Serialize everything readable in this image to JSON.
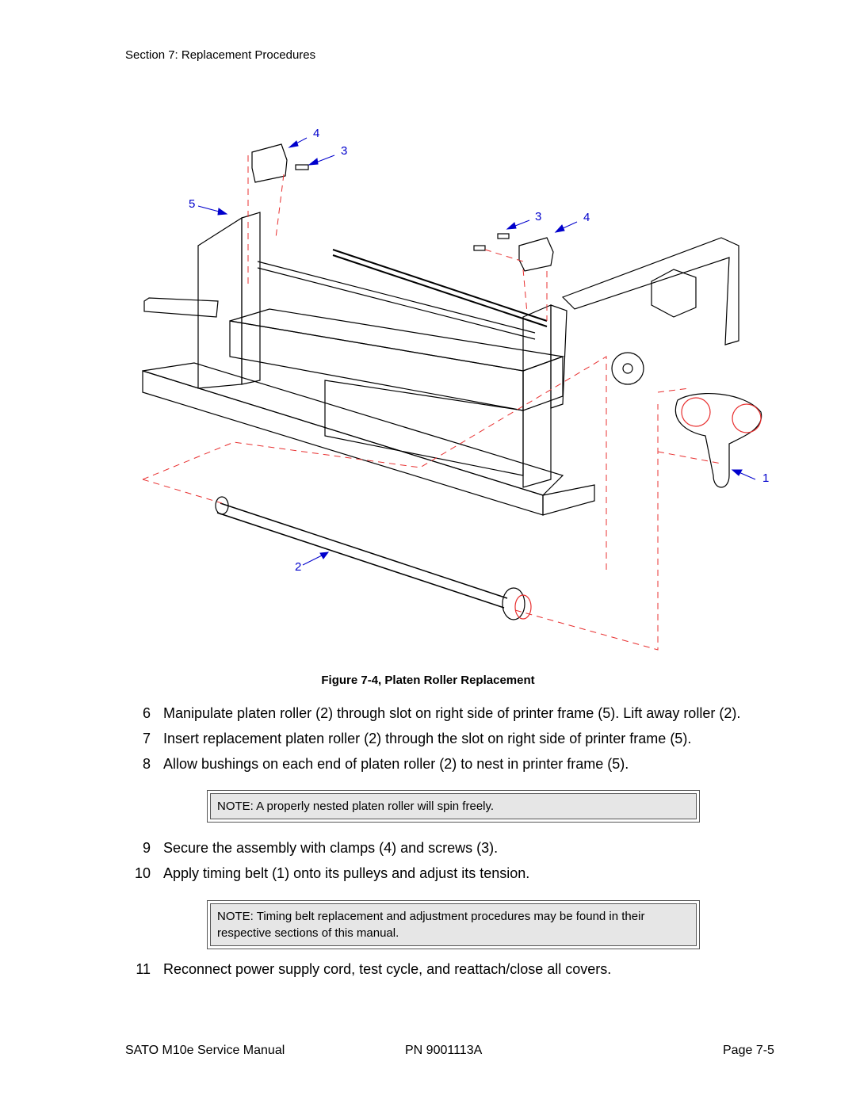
{
  "header": {
    "section_title": "Section 7: Replacement Procedures"
  },
  "figure": {
    "callouts": [
      "1",
      "2",
      "3",
      "3",
      "4",
      "4",
      "5"
    ],
    "caption": "Figure 7-4, Platen Roller Replacement"
  },
  "steps_a": [
    {
      "num": "6",
      "text": "Manipulate platen roller (2) through slot on right side of printer frame (5). Lift away roller (2)."
    },
    {
      "num": "7",
      "text": "Insert replacement platen roller (2) through the slot on right side of printer frame (5)."
    },
    {
      "num": "8",
      "text": "Allow bushings on each end of platen roller (2) to nest in printer frame (5)."
    }
  ],
  "note1": "NOTE: A properly nested platen roller will spin freely.",
  "steps_b": [
    {
      "num": "9",
      "text": "Secure the assembly with clamps (4) and screws (3)."
    },
    {
      "num": "10",
      "text": "Apply timing belt (1) onto its pulleys and adjust its tension."
    }
  ],
  "note2": "NOTE: Timing belt replacement and adjustment procedures may be found in their respective sections of this manual.",
  "steps_c": [
    {
      "num": "11",
      "text": "Reconnect power supply cord, test cycle, and reattach/close all covers."
    }
  ],
  "footer": {
    "manual": "SATO M10e Service Manual",
    "part_number": "PN 9001113A",
    "page": "Page 7-5"
  },
  "colors": {
    "callout": "#0000cc",
    "dashed": "#e83030",
    "note_bg": "#e6e6e6"
  }
}
